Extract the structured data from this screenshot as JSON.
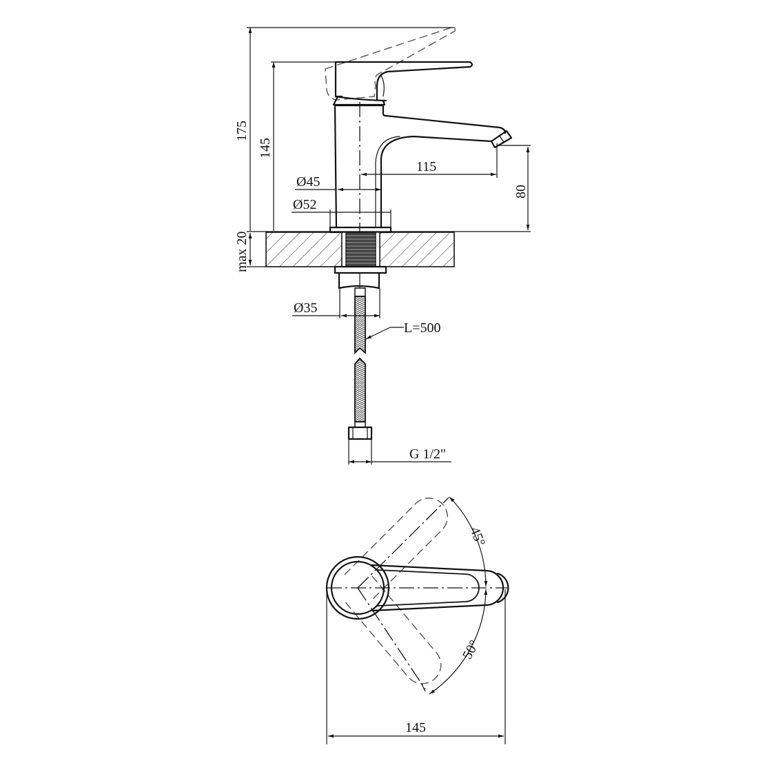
{
  "drawing": {
    "side_view": {
      "height_total": "175",
      "height_body": "145",
      "spout_reach": "115",
      "spout_height": "80",
      "body_diameter": "Ø45",
      "base_diameter": "Ø52",
      "countertop_thickness": "max 20",
      "nut_diameter": "Ø35",
      "hose_length": "L=500",
      "connection_thread": "G 1/2\""
    },
    "top_view": {
      "angle_up": "45°",
      "angle_down": "50°",
      "overall_length": "145"
    }
  }
}
